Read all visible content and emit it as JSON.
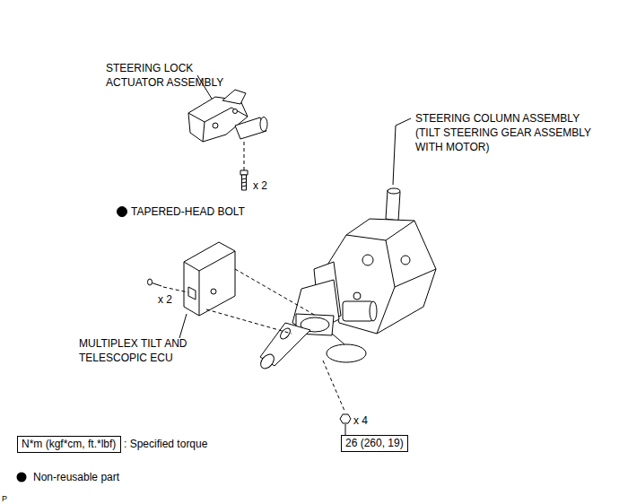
{
  "diagram": {
    "nodes": [
      {
        "text": [
          "N*m (kgf*cm, ft.*lbf)"
        ]
      },
      {
        "text": [
          "26 (260, 19)"
        ]
      }
    ],
    "labels": [
      "STEERING LOCK ACTUATOR ASSEMBLY",
      "x 2",
      "TAPERED-HEAD BOLT",
      "STEERING COLUMN ASSEMBLY (TILT STEERING GEAR ASSEMBLY WITH MOTOR)",
      "x 2",
      "MULTIPLEX TILT AND TELESCOPIC ECU",
      "x 4",
      "P"
    ],
    "legend": [
      {
        "text": ": Specified torque"
      },
      {
        "text": "Non-reusable part"
      }
    ]
  }
}
